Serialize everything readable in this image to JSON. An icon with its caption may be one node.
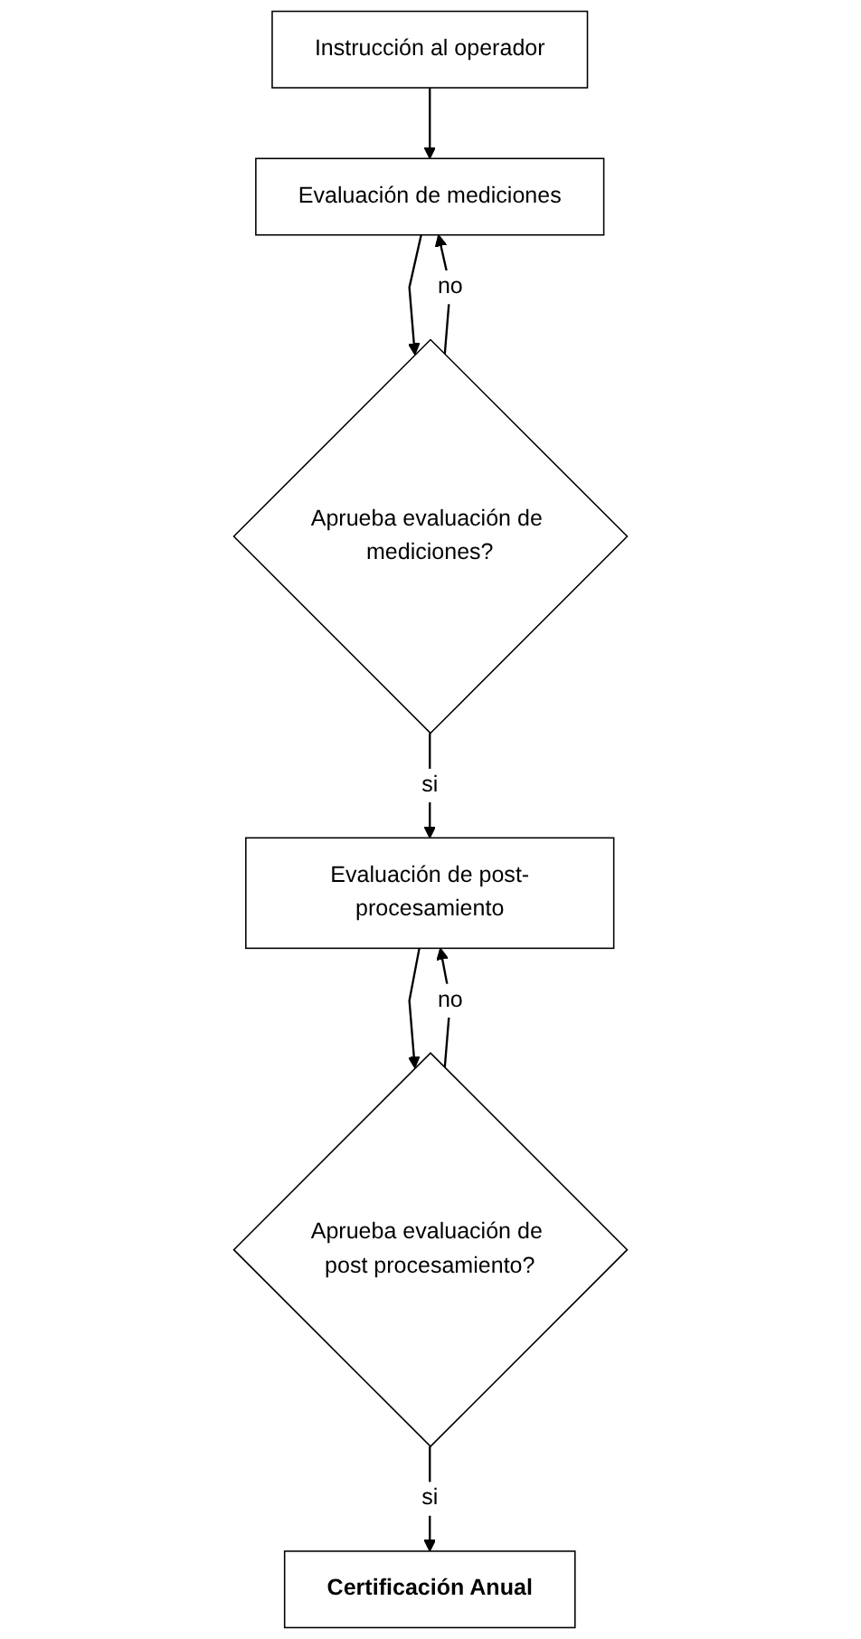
{
  "diagram": {
    "nodes": [
      {
        "text": [
          "Instrucción al operador"
        ]
      },
      {
        "text": [
          "Evaluación de mediciones"
        ]
      },
      {
        "text": [
          "Aprueba evaluación de mediciones?"
        ]
      },
      {
        "text": [
          "Evaluación de post-procesamiento"
        ]
      },
      {
        "text": [
          "Aprueba evaluación de post procesamiento?"
        ]
      },
      {
        "text": [
          "Certificación Anual"
        ]
      }
    ],
    "edges": [
      {
        "from": 0,
        "to": 1,
        "arrow": "to"
      },
      {
        "from": 1,
        "to": 2,
        "arrow": "to"
      },
      {
        "from": 2,
        "to": 3,
        "label": "si",
        "arrow": "to"
      },
      {
        "from": 2,
        "to": 1,
        "label": "no",
        "arrow": "to"
      },
      {
        "from": 3,
        "to": 4,
        "arrow": "to"
      },
      {
        "from": 4,
        "to": 3,
        "label": "no",
        "arrow": "to"
      },
      {
        "from": 4,
        "to": 5,
        "label": "si",
        "arrow": "to"
      }
    ]
  }
}
